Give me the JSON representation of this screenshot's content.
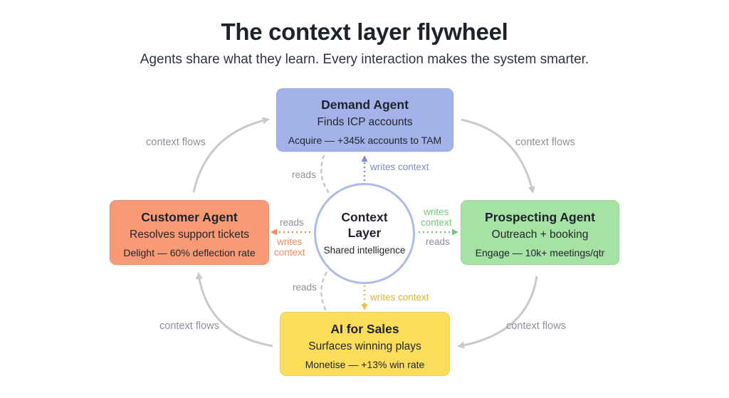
{
  "title": "The context layer flywheel",
  "subtitle": "Agents share what they learn. Every interaction makes the system smarter.",
  "hub": {
    "title": "Context Layer",
    "subtitle": "Shared intelligence",
    "border_color": "#aebbe6"
  },
  "agents": {
    "demand": {
      "title": "Demand Agent",
      "subtitle": "Finds ICP accounts",
      "metric": "Acquire — +345k accounts to TAM",
      "color": "#a3b2e8"
    },
    "prospecting": {
      "title": "Prospecting Agent",
      "subtitle": "Outreach + booking",
      "metric": "Engage — 10k+ meetings/qtr",
      "color": "#a6e2a4"
    },
    "customer": {
      "title": "Customer Agent",
      "subtitle": "Resolves support tickets",
      "metric": "Delight — 60% deflection rate",
      "color": "#f79a75"
    },
    "sales": {
      "title": "AI for Sales",
      "subtitle": "Surfaces winning plays",
      "metric": "Monetise — +13% win rate",
      "color": "#fcdd5a"
    }
  },
  "labels": {
    "context_flows": "context flows",
    "reads": "reads",
    "writes_context": "writes context",
    "writes": "writes",
    "context": "context"
  },
  "colors": {
    "demand_writes": "#7b8cc8",
    "prospect_writes": "#7cc47a",
    "customer_writes": "#f08a60",
    "sales_writes": "#e8c23a",
    "reads": "#c9c9c9",
    "flow_arrow": "#c9c9c9"
  }
}
